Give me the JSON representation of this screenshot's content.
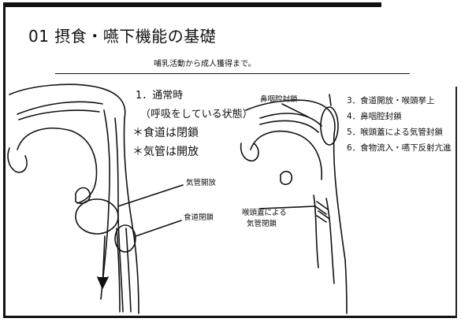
{
  "title": "01  摂食・嚥下機能の基礎",
  "subtitle": "哺乳活動から成人獲得まで。",
  "left_panel": {
    "heading": "1．通常時",
    "subheading": "（呼吸をしている状態）",
    "bullet1": "＊食道は閉鎖",
    "bullet2": "＊気管は開放",
    "label_airway_open": "気管開放",
    "label_esophagus_closed": "食道閉鎖"
  },
  "right_panel": {
    "label_nasopharynx": "鼻咽腔封鎖",
    "label_larynx_lines": [
      "喉頭蓋による",
      "気管閉鎖"
    ],
    "steps": [
      "3．食道開放・喉頭挙上",
      "4．鼻咽腔封鎖",
      "5．喉頭蓋による気管封鎖",
      "6．食物流入・嚥下反射亢進"
    ]
  }
}
